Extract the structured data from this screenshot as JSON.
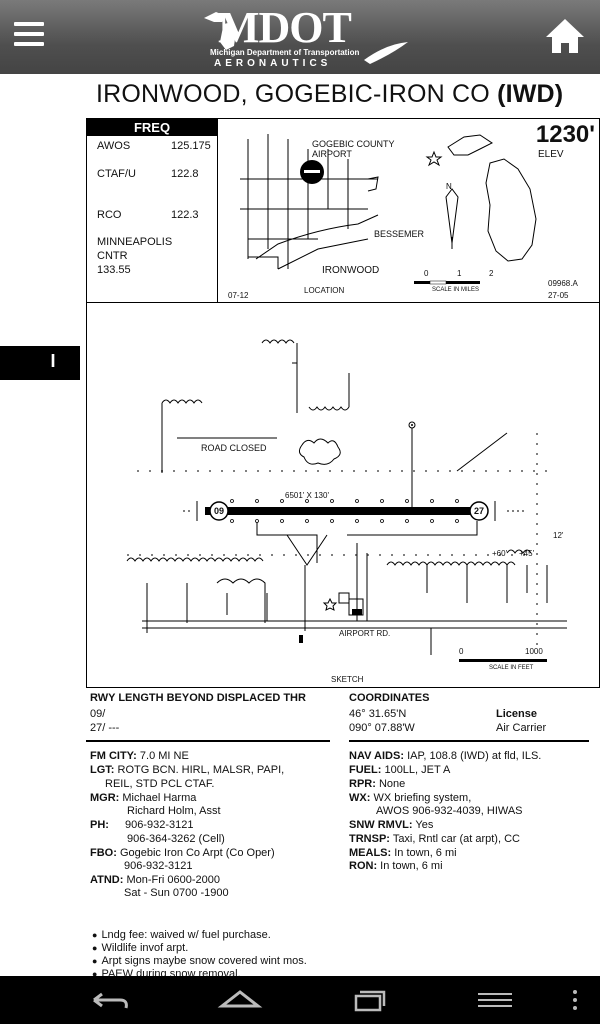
{
  "header": {
    "logo_main": "MDOT",
    "logo_sub": "Michigan Department of Transportation",
    "logo_aero": "AERONAUTICS"
  },
  "airport": {
    "title_name": "IRONWOOD, GOGEBIC-IRON CO",
    "title_code": "(IWD)"
  },
  "side_tab": {
    "label": "I"
  },
  "freq": {
    "heading": "FREQ",
    "rows": [
      {
        "label": "AWOS",
        "value": "125.175"
      },
      {
        "label": "CTAF/U",
        "value": "122.8"
      },
      {
        "label": "RCO",
        "value": "122.3"
      }
    ],
    "cntr_line1": "MINNEAPOLIS",
    "cntr_line2": "CNTR",
    "cntr_value": "133.55"
  },
  "location": {
    "label_airport1": "GOGEBIC COUNTY",
    "label_airport2": "AIRPORT",
    "label_bessemer": "BESSEMER",
    "label_ironwood": "IRONWOOD",
    "label_location": "LOCATION",
    "date_left": "07-12",
    "elev_value": "1230'",
    "elev_label": "ELEV",
    "scale_0": "0",
    "scale_1": "1",
    "scale_2": "2",
    "scale_label": "SCALE IN MILES",
    "chart_no": "09968.A",
    "date_right": "27-05",
    "north": "N"
  },
  "sketch": {
    "road_closed": "ROAD CLOSED",
    "rwy_dims": "6501' X 130'",
    "rwy_09": "09",
    "rwy_27": "27",
    "airport_rd": "AIRPORT RD.",
    "scale_0": "0",
    "scale_1000": "1000",
    "scale_label": "SCALE IN FEET",
    "sketch_label": "SKETCH",
    "h60": "+60'",
    "h45": "+45'",
    "h12": "12'"
  },
  "details": {
    "rwy_beyond_title": "RWY LENGTH BEYOND DISPLACED THR",
    "rwy_09": "09/",
    "rwy_27": "27/ ---",
    "coords_title": "COORDINATES",
    "lat": "46°  31.65'N",
    "lon": "090° 07.88'W",
    "license_title": "License",
    "license_value": "Air Carrier",
    "fm_city": "FM CITY:",
    "fm_city_v": "7.0 MI NE",
    "lgt": "LGT:",
    "lgt_v1": "ROTG BCN. HIRL, MALSR, PAPI,",
    "lgt_v2": "REIL, STD PCL CTAF.",
    "mgr": "MGR:",
    "mgr_v1": "Michael Harma",
    "mgr_v2": "Richard Holm, Asst",
    "ph": "PH:",
    "ph_v1": "906-932-3121",
    "ph_v2": "906-364-3262 (Cell)",
    "fbo": "FBO:",
    "fbo_v1": "Gogebic Iron Co Arpt (Co Oper)",
    "fbo_v2": "906-932-3121",
    "atnd": "ATND:",
    "atnd_v1": "Mon-Fri 0600-2000",
    "atnd_v2": "Sat - Sun 0700 -1900",
    "navaids": "NAV AIDS:",
    "navaids_v": "IAP, 108.8 (IWD) at fld, ILS.",
    "fuel": "FUEL:",
    "fuel_v": "100LL, JET A",
    "rpr": "RPR:",
    "rpr_v": "None",
    "wx": "WX:",
    "wx_v1": "WX briefing system,",
    "wx_v2": "AWOS 906-932-4039, HIWAS",
    "snw": "SNW RMVL:",
    "snw_v": "Yes",
    "trnsp": "TRNSP:",
    "trnsp_v": "Taxi, Rntl car (at arpt), CC",
    "meals": "MEALS:",
    "meals_v": "In town, 6 mi",
    "ron": "RON:",
    "ron_v": "In town, 6 mi"
  },
  "remarks": [
    "Lndg fee:  waived w/ fuel purchase.",
    "Wildlife invof arpt.",
    "Arpt signs maybe snow covered wint mos.",
    "PAEW during snow removal."
  ],
  "navbar": {
    "back": "back-icon",
    "home": "home-icon",
    "recents": "recents-icon",
    "menu": "menu-icon",
    "overflow": "overflow-icon"
  }
}
